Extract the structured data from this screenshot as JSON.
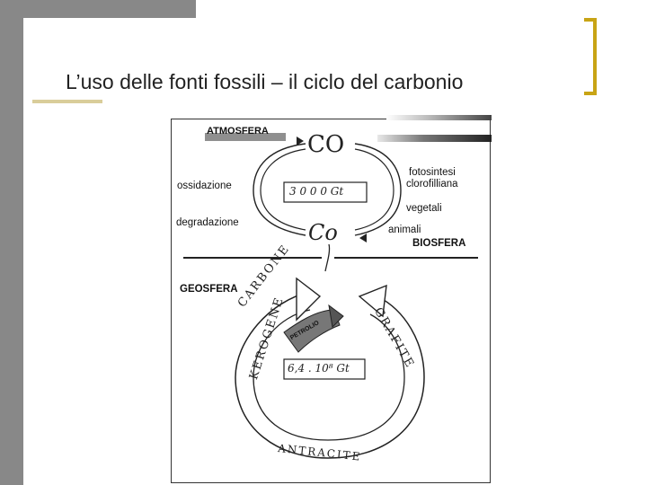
{
  "slide": {
    "title": "L’uso delle fonti fossili – il ciclo del carbonio",
    "accent_color": "#c8a415"
  },
  "diagram": {
    "atmosfera_label": "ATMOSFERA",
    "co2_label": "CO",
    "reservoir_atm": "3 0 0 0  Gt",
    "co_label": "Co",
    "left_labels": [
      "ossidazione",
      "degradazione"
    ],
    "right_labels": [
      "fotosintesi",
      "clorofilliana",
      "vegetali",
      "animali"
    ],
    "biosfera_label": "BIOSFERA",
    "geosfera_label": "GEOSFERA",
    "carbone_label": "CARBONE",
    "kerogene_label": "KEROGENE",
    "petrolio_label": "PETROLIO",
    "grafite_label": "GRAFITE",
    "reservoir_geo": "6,4 . 10⁸ Gt",
    "antracite_label": "ANTRACITE"
  }
}
